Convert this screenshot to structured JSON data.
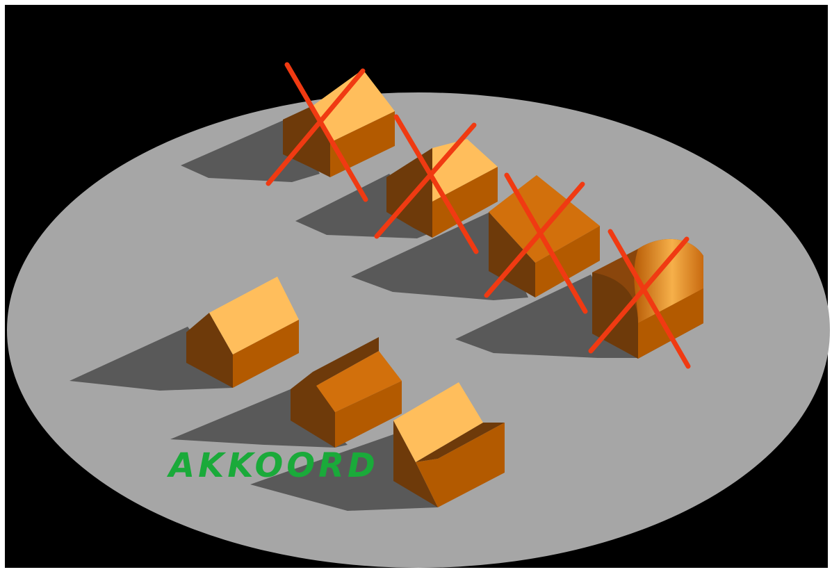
{
  "scene": {
    "label": "AKKOORD",
    "colors": {
      "background": "#000000",
      "frame": "#ffffff",
      "ground": "#a6a6a6",
      "shadow": "#595959",
      "roof_light": "#ffbe5c",
      "wall_medium": "#b35a00",
      "wall_dark": "#6e3a0a",
      "roof_mid": "#d2700c",
      "label": "#1aaa3a",
      "cross": "#f03a12"
    },
    "models": [
      {
        "name": "gable-roof-house",
        "rejected": true
      },
      {
        "name": "gable-roof-house",
        "rejected": true
      },
      {
        "name": "hip-roof-house",
        "rejected": true
      },
      {
        "name": "rounded-roof-house",
        "rejected": true
      },
      {
        "name": "gable-roof-house",
        "rejected": false
      },
      {
        "name": "step-roof-house",
        "rejected": false
      },
      {
        "name": "mono-pitch-house",
        "rejected": false
      }
    ]
  }
}
